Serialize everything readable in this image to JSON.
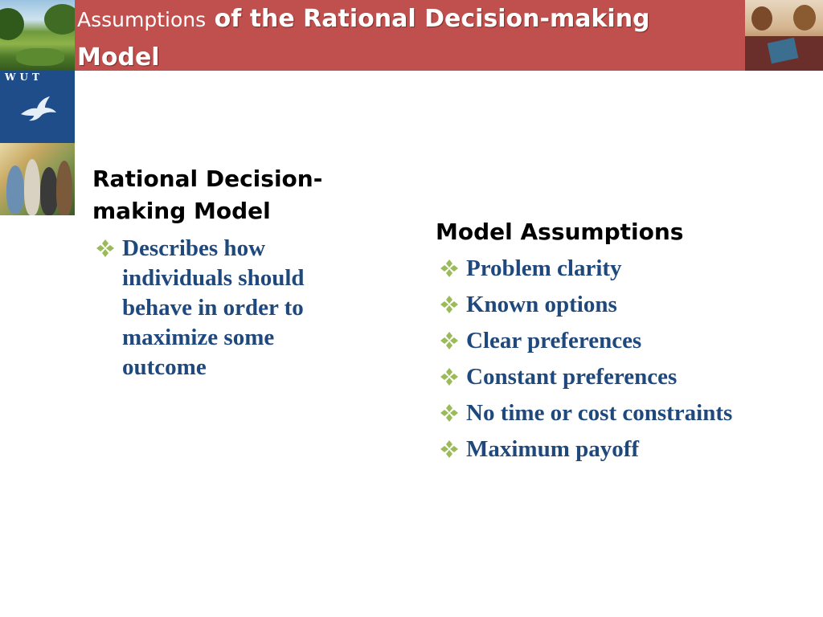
{
  "slide": {
    "title_small": "Assumptions",
    "title_big": " of the Rational Decision-making Model",
    "logo_text": "WUT"
  },
  "left_column": {
    "heading": "Rational Decision-making Model",
    "bullets": [
      "Describes how individuals should behave in order to maximize some outcome"
    ]
  },
  "right_column": {
    "heading": "Model Assumptions",
    "bullets": [
      "Problem clarity",
      "Known options",
      "Clear preferences",
      "Constant preferences",
      "No time or cost constraints",
      "Maximum payoff"
    ]
  },
  "colors": {
    "title_bar": "#c0504d",
    "bullet_text": "#1f497d",
    "bullet_icon": "#9bbb59",
    "logo_block": "#1f4d8a"
  },
  "icons": {
    "bullet": "four-diamond-bullet-icon",
    "logo": "bird-logo-icon"
  }
}
